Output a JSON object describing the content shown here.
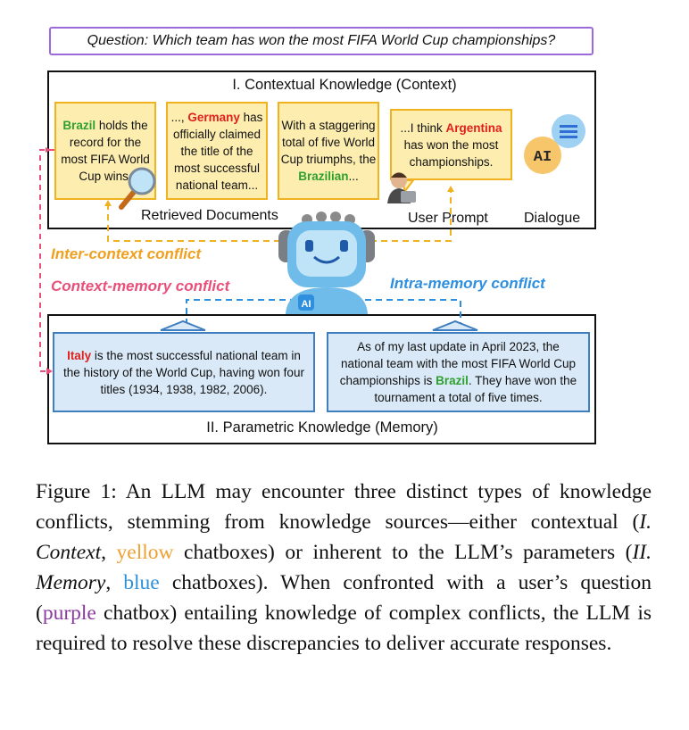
{
  "question": "Question: Which team has won the most FIFA World Cup championships?",
  "context": {
    "title": "I. Contextual Knowledge (Context)",
    "retrieved_label": "Retrieved Documents",
    "user_prompt_label": "User Prompt",
    "dialogue_label": "Dialogue",
    "doc1": {
      "pre": "",
      "hl": "Brazil",
      "post": " holds the record for the most FIFA World Cup wins."
    },
    "doc2": {
      "pre": "..., ",
      "hl": "Germany",
      "post": " has officially claimed the title of the most successful national team..."
    },
    "doc3": {
      "pre": "With a staggering total of five World Cup triumphs, the ",
      "hl": "Brazilian",
      "post": "..."
    },
    "prompt": {
      "pre": "...I think ",
      "hl": "Argentina",
      "post": " has won the most championships."
    },
    "ai_badge": "AI"
  },
  "conflicts": {
    "inter_context": "Inter-context conflict",
    "context_memory": "Context-memory conflict",
    "intra_memory": "Intra-memory conflict"
  },
  "robot_badge": "AI",
  "memory": {
    "title": "II. Parametric Knowledge (Memory)",
    "note1": {
      "hl": "Italy",
      "post": " is the most successful national team in the history of the World Cup, having won four titles (1934, 1938, 1982, 2006)."
    },
    "note2": {
      "pre": "As of my last update in April 2023, the national team with the most FIFA World Cup championships is ",
      "hl": "Brazil",
      "post": ". They have won the tournament a total of five times."
    }
  },
  "caption": {
    "p1": "Figure 1: An LLM may encounter three distinct types of knowledge conflicts, stemming from knowledge sources—either contextual (",
    "i1": "I. Context",
    "p2": ", ",
    "yellow": "yellow",
    "p3": " chatboxes) or inherent to the LLM’s parameters (",
    "i2": "II. Memory",
    "p4": ", ",
    "blue": "blue",
    "p5": " chatboxes). When confronted with a user’s question (",
    "purple": "purple",
    "p6": " chatbox) entailing knowledge of complex conflicts, the LLM is required to resolve these discrepancies to deliver accurate responses."
  },
  "colors": {
    "yellow_border": "#f0b21f",
    "yellow_fill": "#fdeeb0",
    "blue_border": "#3f7fbf",
    "blue_fill": "#d9e9f7",
    "purple": "#9b6ad9",
    "conflict_yellow": "#f0a020",
    "conflict_pink": "#e8507a",
    "conflict_blue": "#2f8fdf"
  }
}
